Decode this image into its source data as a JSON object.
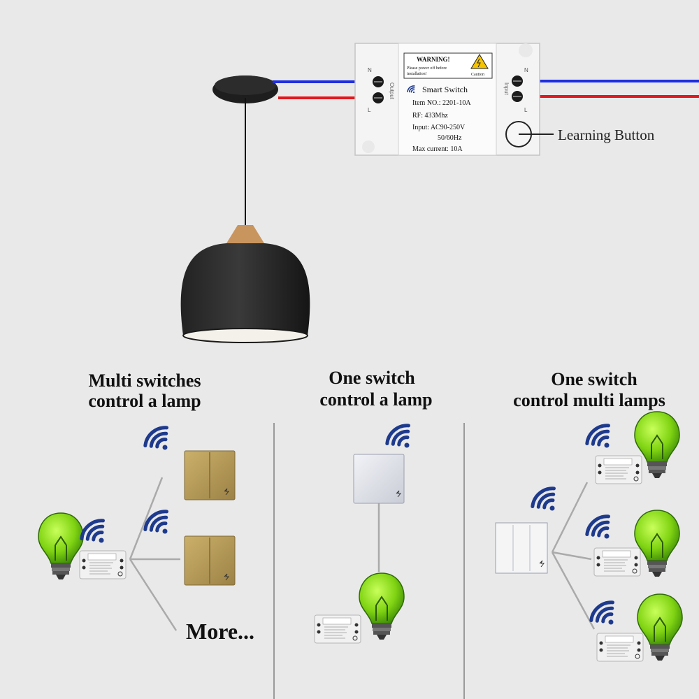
{
  "colors": {
    "background": "#e9e9ea",
    "wire_neutral": "#1f2ee0",
    "wire_live": "#e2181c",
    "bulb_green": "#7fd312",
    "wifi_blue": "#1e3a8c",
    "switch_gold": "#b79b5a"
  },
  "module": {
    "warning_title": "WARNING!",
    "warning_text_1": "Please power off before",
    "warning_text_2": "installation!",
    "caution_label": "Caution",
    "title": "Smart Switch",
    "item": "Item NO.: 2201-10A",
    "rf": "RF: 433Mhz",
    "input": "Input: AC90-250V",
    "freq": "50/60Hz",
    "current": "Max current: 10A",
    "output_label": "Output",
    "input_label": "Input",
    "n_label": "N",
    "l_label": "L"
  },
  "callout": {
    "learning_button": "Learning Button"
  },
  "panels": [
    {
      "title_1": "Multi switches",
      "title_2": "control a lamp",
      "more": "More..."
    },
    {
      "title_1": "One switch",
      "title_2": "control a lamp"
    },
    {
      "title_1": "One switch",
      "title_2": "control multi lamps"
    }
  ],
  "icons": [
    "pendant-lamp",
    "wifi-icon",
    "light-bulb-icon",
    "wall-switch",
    "mini-module"
  ]
}
